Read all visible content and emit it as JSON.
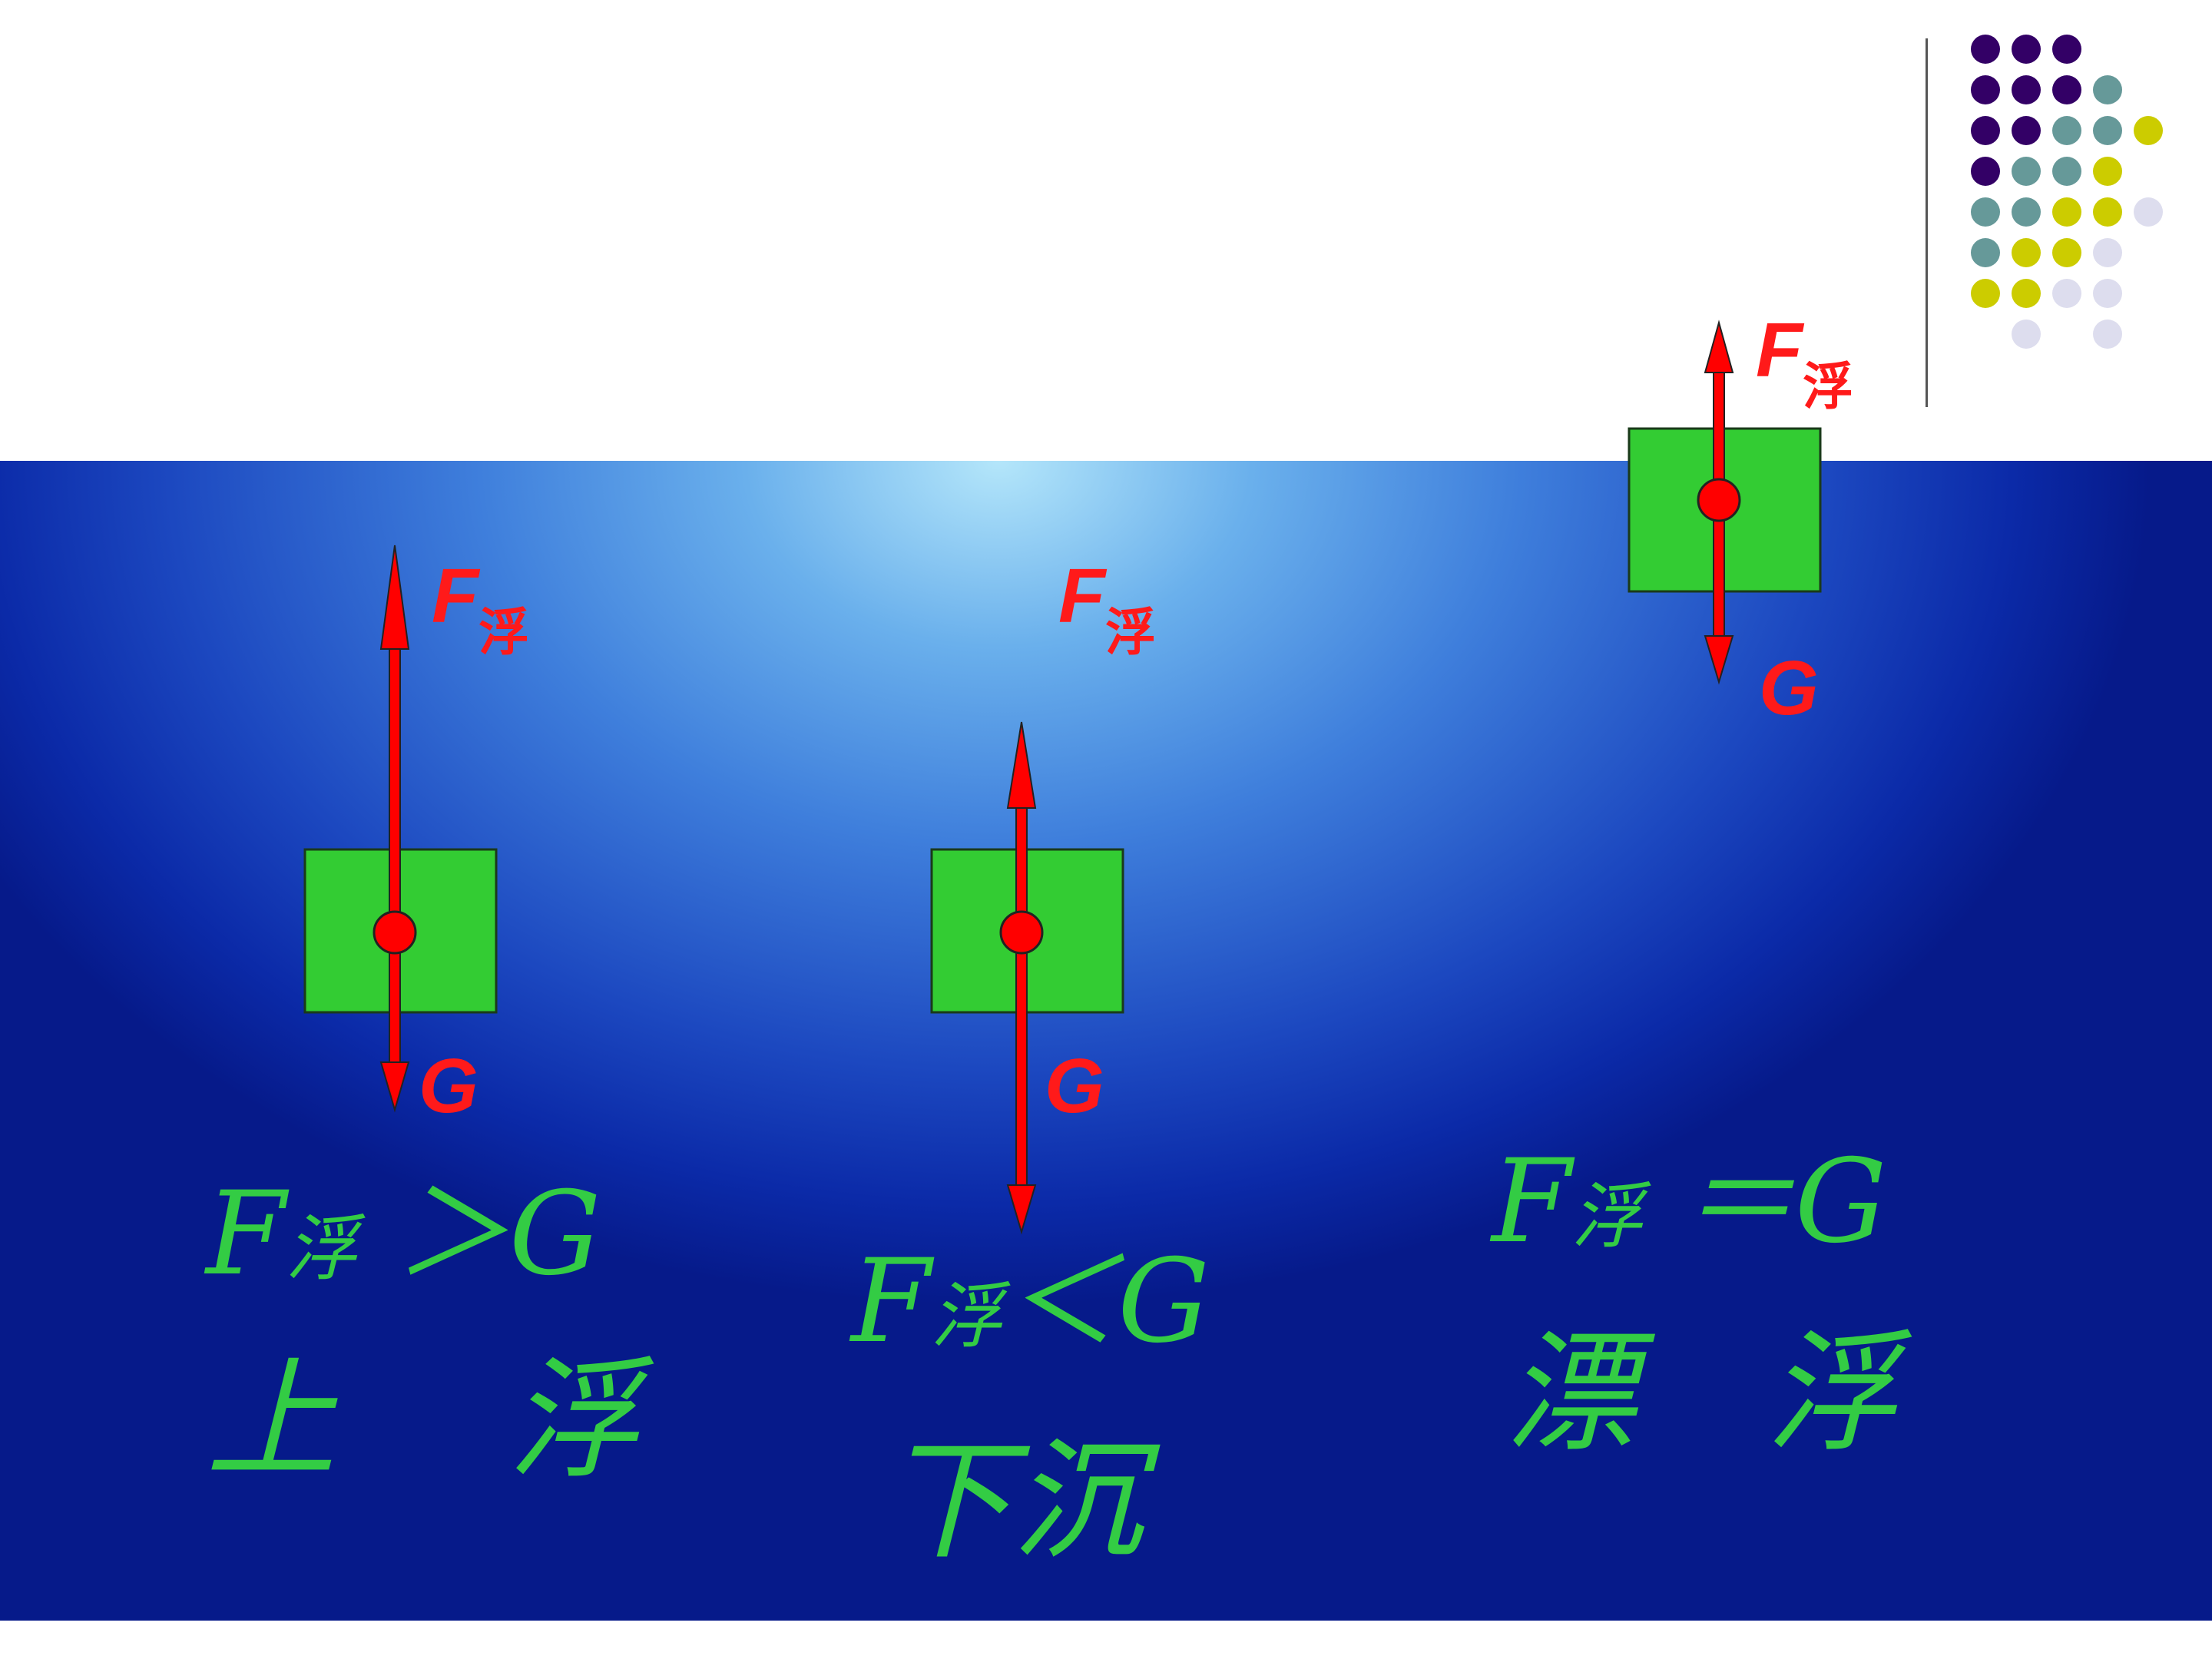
{
  "diagram": {
    "force_symbol": "F",
    "buoyancy_subscript": "浮",
    "gravity_symbol": "G",
    "cases": [
      {
        "relation_lhs": "F",
        "relation_sub": "浮",
        "relation_op": " ＞",
        "relation_rhs": "G",
        "state": "上　 浮"
      },
      {
        "relation_lhs": "F",
        "relation_sub": "浮",
        "relation_op": "＜",
        "relation_rhs": "G",
        "state": "下沉"
      },
      {
        "relation_lhs": "F",
        "relation_sub": "浮",
        "relation_op": " ＝",
        "relation_rhs": "G",
        "state": "漂　浮"
      }
    ]
  },
  "colors": {
    "block": "#33cc33",
    "arrow": "#ff0000",
    "label_force": "#ff1a1a",
    "caption": "#33cc44",
    "dots": [
      "#330066",
      "#669999",
      "#cccc00",
      "#ddddee"
    ]
  }
}
